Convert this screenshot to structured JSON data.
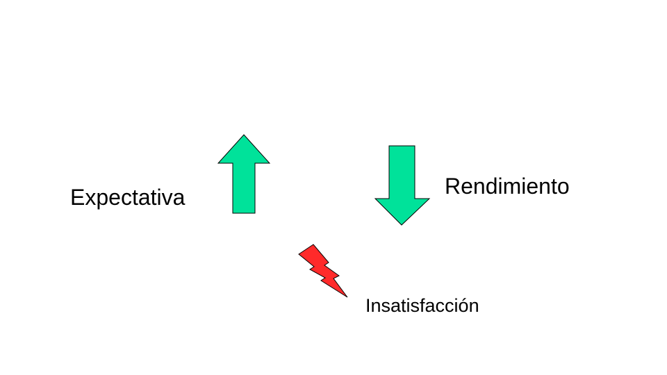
{
  "labels": {
    "expectativa": "Expectativa",
    "rendimiento": "Rendimiento",
    "insatisfaccion": "Insatisfacción"
  },
  "colors": {
    "arrow_fill": "#00e29a",
    "bolt_fill": "#ff2a2a",
    "outline": "#000000",
    "text": "#000000",
    "background": "#ffffff"
  },
  "arrows": {
    "expectativa_direction": "up",
    "rendimiento_direction": "down"
  }
}
